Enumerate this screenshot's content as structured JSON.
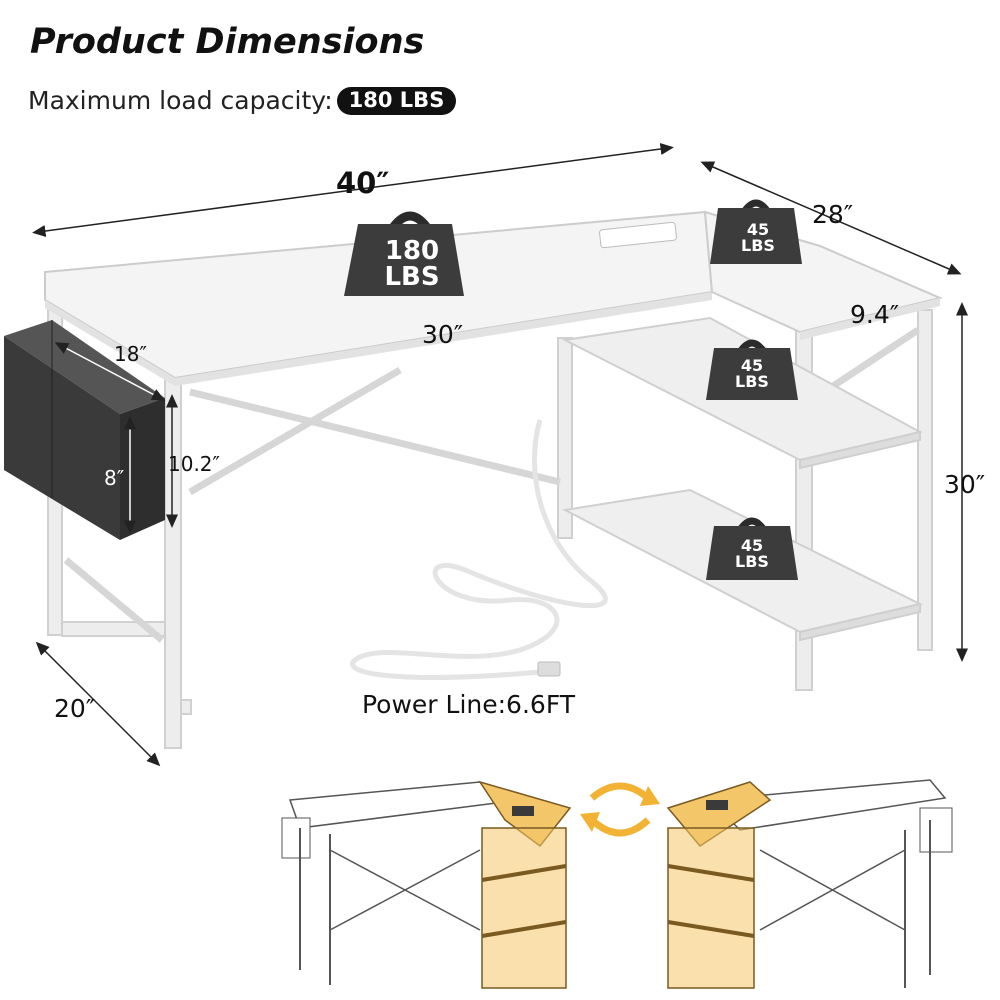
{
  "header": {
    "title": "Product Dimensions",
    "load_label": "Maximum load capacity:",
    "load_value": "180 LBS"
  },
  "dimensions": {
    "desk_width": "40″",
    "return_depth": "28″",
    "desk_depth": "20″",
    "inner_width": "30″",
    "shelf_width": "9.4″",
    "height": "30″",
    "bag_width": "18″",
    "bag_height": "8″",
    "leg_clearance": "10.2″"
  },
  "weights": {
    "main_top": {
      "value": "180",
      "unit": "LBS"
    },
    "corner_top": {
      "value": "45",
      "unit": "LBS"
    },
    "shelf_upper": {
      "value": "45",
      "unit": "LBS"
    },
    "shelf_lower": {
      "value": "45",
      "unit": "LBS"
    }
  },
  "power": {
    "label": "Power Line:6.6FT"
  },
  "colors": {
    "desk_top": "#f2f2f2",
    "frame": "#e6e6e6",
    "bag": "#3a3a3a",
    "weight": "#3c3c3c",
    "wood_alt": "#f4c66a",
    "swap_arrows": "#f2b233"
  }
}
